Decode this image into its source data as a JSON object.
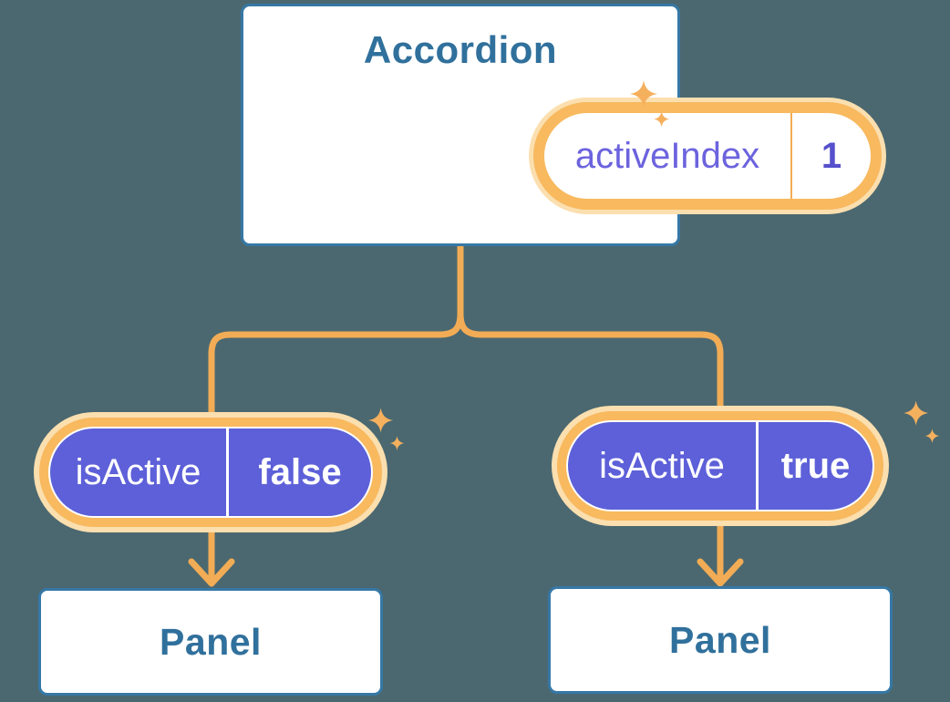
{
  "colors": {
    "background": "#4B6870",
    "box_border": "#3678A6",
    "box_text": "#30709C",
    "line": "#F2AC55",
    "pill_border": "#F8B95F",
    "pill_glow": "#FBDFAF",
    "pill_fill": "#5D60D8",
    "pill_label_text": "#6C63DE",
    "pill_value_text": "#5650CD",
    "pill_text_on_fill": "#FFFFFF",
    "sparkle": "#F5B05E"
  },
  "icons": {
    "sparkle": "sparkle-icon",
    "arrow": "arrow-down-icon"
  },
  "diagram": {
    "root": {
      "title": "Accordion",
      "state_pill": {
        "label": "activeIndex",
        "value": "1"
      }
    },
    "branches": [
      {
        "prop_pill": {
          "label": "isActive",
          "value": "false"
        },
        "child": {
          "title": "Panel"
        }
      },
      {
        "prop_pill": {
          "label": "isActive",
          "value": "true"
        },
        "child": {
          "title": "Panel"
        }
      }
    ]
  }
}
